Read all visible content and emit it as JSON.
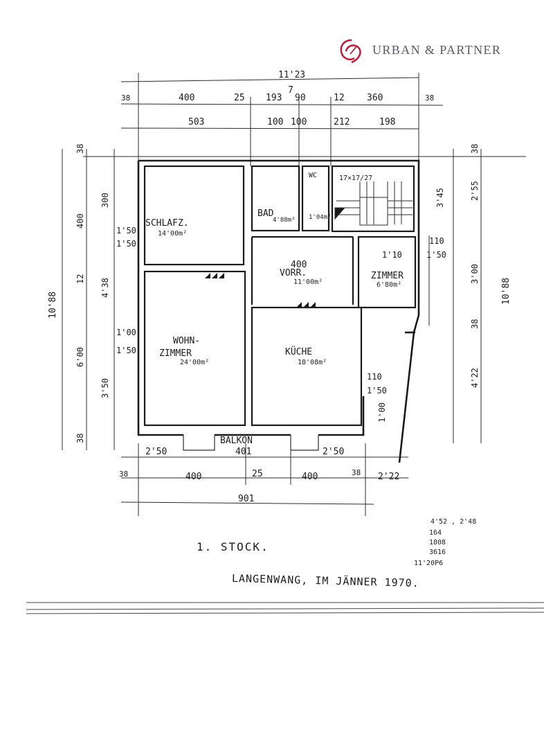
{
  "branding": {
    "company": "URBAN & PARTNER",
    "brand_color": "#c8102e",
    "logo_icon": "urban-partner-swirl-icon"
  },
  "plan": {
    "floor_label": "1. STOCK.",
    "caption": "LANGENWANG, IM JÄNNER 1970.",
    "calc_note": [
      "4'52 , 2'48",
      "164",
      "1808",
      "3616",
      "11'20P6"
    ],
    "rooms": {
      "schlafzimmer": {
        "name": "SCHLAFZ.",
        "area": "14'00m²"
      },
      "bad": {
        "name": "BAD",
        "area": "4'88m²"
      },
      "wc": {
        "name": "WC",
        "area": "1'04m²"
      },
      "stair": {
        "label": "17×17/27"
      },
      "vorraum": {
        "name": "VORR.",
        "area": "11'00m²",
        "dim": "400"
      },
      "zimmer": {
        "name": "ZIMMER",
        "area": "6'80m²"
      },
      "wohnzimmer": {
        "name1": "WOHN-",
        "name2": "ZIMMER",
        "area": "24'00m²"
      },
      "kueche": {
        "name": "KÜCHE",
        "area": "18'08m²"
      },
      "balkon": {
        "name": "BALKON"
      }
    },
    "dims_top": {
      "total": "11'23",
      "row2": [
        "38",
        "400",
        "25",
        "193",
        "7",
        "90",
        "12",
        "360",
        "38"
      ],
      "row3": [
        "503",
        "100",
        "100",
        "212",
        "198"
      ]
    },
    "dims_bottom": {
      "row1": [
        "2'50",
        "401",
        "2'50"
      ],
      "row2": [
        "38",
        "400",
        "25",
        "400",
        "38",
        "2'22"
      ],
      "total": "901"
    },
    "dims_left": [
      "400",
      "300",
      "10'88",
      "12",
      "4'38",
      "1'00",
      "1'50",
      "6'00",
      "3'50",
      "38",
      "1'50",
      "1'50",
      "38"
    ],
    "dims_right": [
      "38",
      "2'55",
      "10'88",
      "3'45",
      "3'00",
      "38",
      "4'22",
      "110",
      "1'50",
      "1'10",
      "110",
      "1'50",
      "1'00"
    ]
  }
}
